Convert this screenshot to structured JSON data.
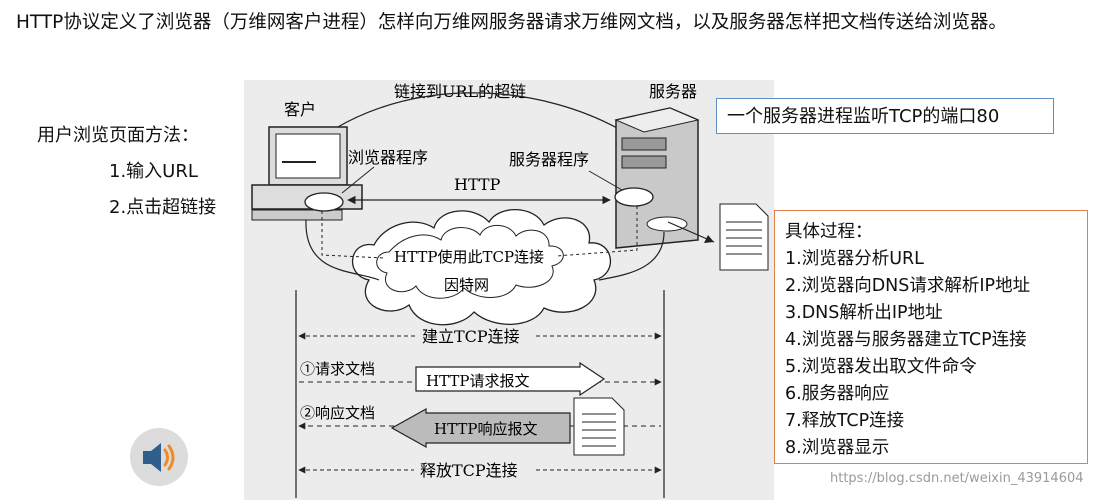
{
  "intro_text": "HTTP协议定义了浏览器（万维网客户进程）怎样向万维网服务器请求万维网文档，以及服务器怎样把文档传送给浏览器。",
  "methods": {
    "title": "用户浏览页面方法：",
    "items": [
      "1.输入URL",
      "2.点击超链接"
    ]
  },
  "diagram": {
    "client_label": "客户",
    "server_label": "服务器",
    "hyperlink_label": "链接到URL的超链",
    "browser_label": "浏览器程序",
    "server_program_label": "服务器程序",
    "http_label": "HTTP",
    "connection_label": "HTTP使用此TCP连接",
    "internet_label": "因特网",
    "establish_label": "建立TCP连接",
    "request_step": "①请求文档",
    "request_msg": "HTTP请求报文",
    "response_step": "②响应文档",
    "response_msg": "HTTP响应报文",
    "release_label": "释放TCP连接"
  },
  "listen_note": "一个服务器进程监听TCP的端口80",
  "process": {
    "title": "具体过程：",
    "steps": [
      "1.浏览器分析URL",
      "2.浏览器向DNS请求解析IP地址",
      "3.DNS解析出IP地址",
      "4.浏览器与服务器建立TCP连接",
      "5.浏览器发出取文件命令",
      "6.服务器响应",
      "7.释放TCP连接",
      "8.浏览器显示"
    ]
  },
  "watermark": "https://blog.csdn.net/weixin_43914604",
  "colors": {
    "listen_border": "#5e8fc7",
    "process_border": "#e0804a",
    "speaker_orange": "#f08a24",
    "speaker_blue": "#2f5f8a"
  },
  "icons": [
    "speaker-icon",
    "computer-icon",
    "server-icon",
    "document-icon",
    "cloud-icon"
  ]
}
